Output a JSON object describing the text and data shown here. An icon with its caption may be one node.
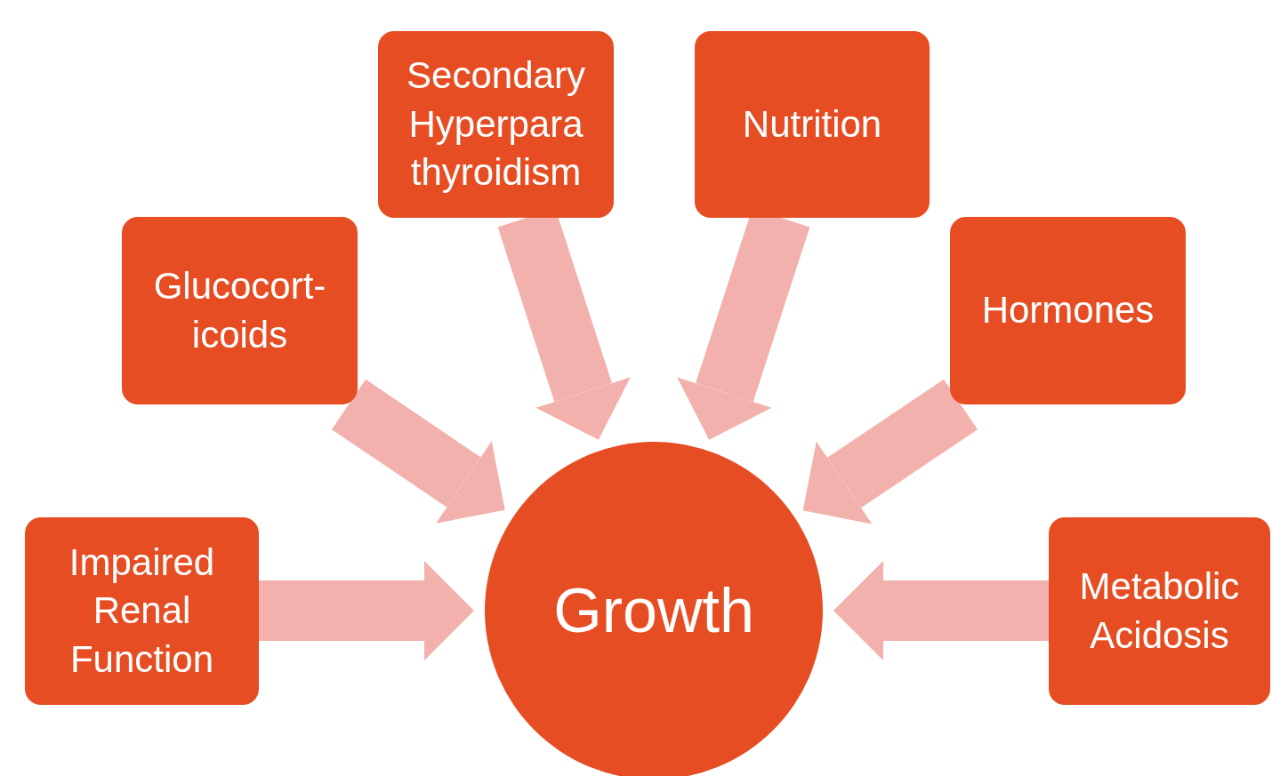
{
  "diagram": {
    "nodes": [
      {
        "text": [
          "Secondary Hyperpara thyroidism"
        ]
      },
      {
        "text": [
          "Nutrition"
        ]
      },
      {
        "text": [
          "Glucocort- icoids"
        ]
      },
      {
        "text": [
          "Hormones"
        ]
      },
      {
        "text": [
          "Impaired Renal Function"
        ]
      },
      {
        "text": [
          "Metabolic Acidosis"
        ]
      },
      {
        "text": [
          "Growth"
        ]
      }
    ],
    "edges": [
      {
        "from": 4,
        "to": 6,
        "arrow": "to"
      },
      {
        "from": 2,
        "to": 6,
        "arrow": "to"
      },
      {
        "from": 0,
        "to": 6,
        "arrow": "to"
      },
      {
        "from": 1,
        "to": 6,
        "arrow": "to"
      },
      {
        "from": 3,
        "to": 6,
        "arrow": "to"
      },
      {
        "from": 5,
        "to": 6,
        "arrow": "to"
      }
    ]
  }
}
